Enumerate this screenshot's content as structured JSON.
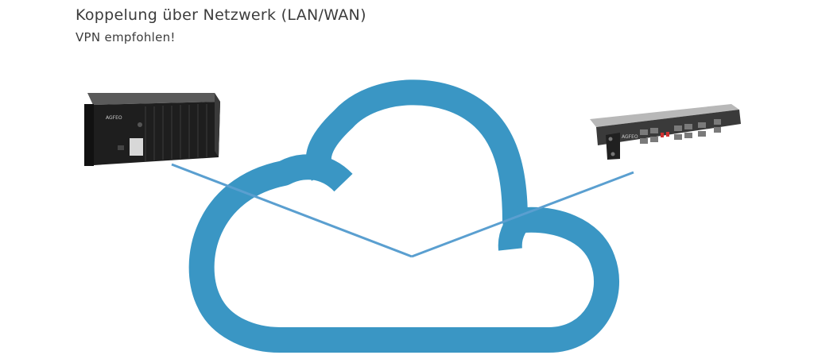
{
  "heading": {
    "title": "Koppelung über Netzwerk (LAN/WAN)",
    "subtitle": "VPN empfohlen!"
  },
  "devices": {
    "left": {
      "brand_label": "AGFEO"
    },
    "right": {
      "brand_label": "AGFEO"
    }
  },
  "colors": {
    "cloud": "#3a96c4",
    "link_line": "#5a9fd0",
    "text": "#3c3c3c"
  },
  "icons": {
    "cloud": "cloud-icon",
    "left_device": "rack-chassis-icon",
    "right_device": "rack-1u-switch-icon"
  }
}
